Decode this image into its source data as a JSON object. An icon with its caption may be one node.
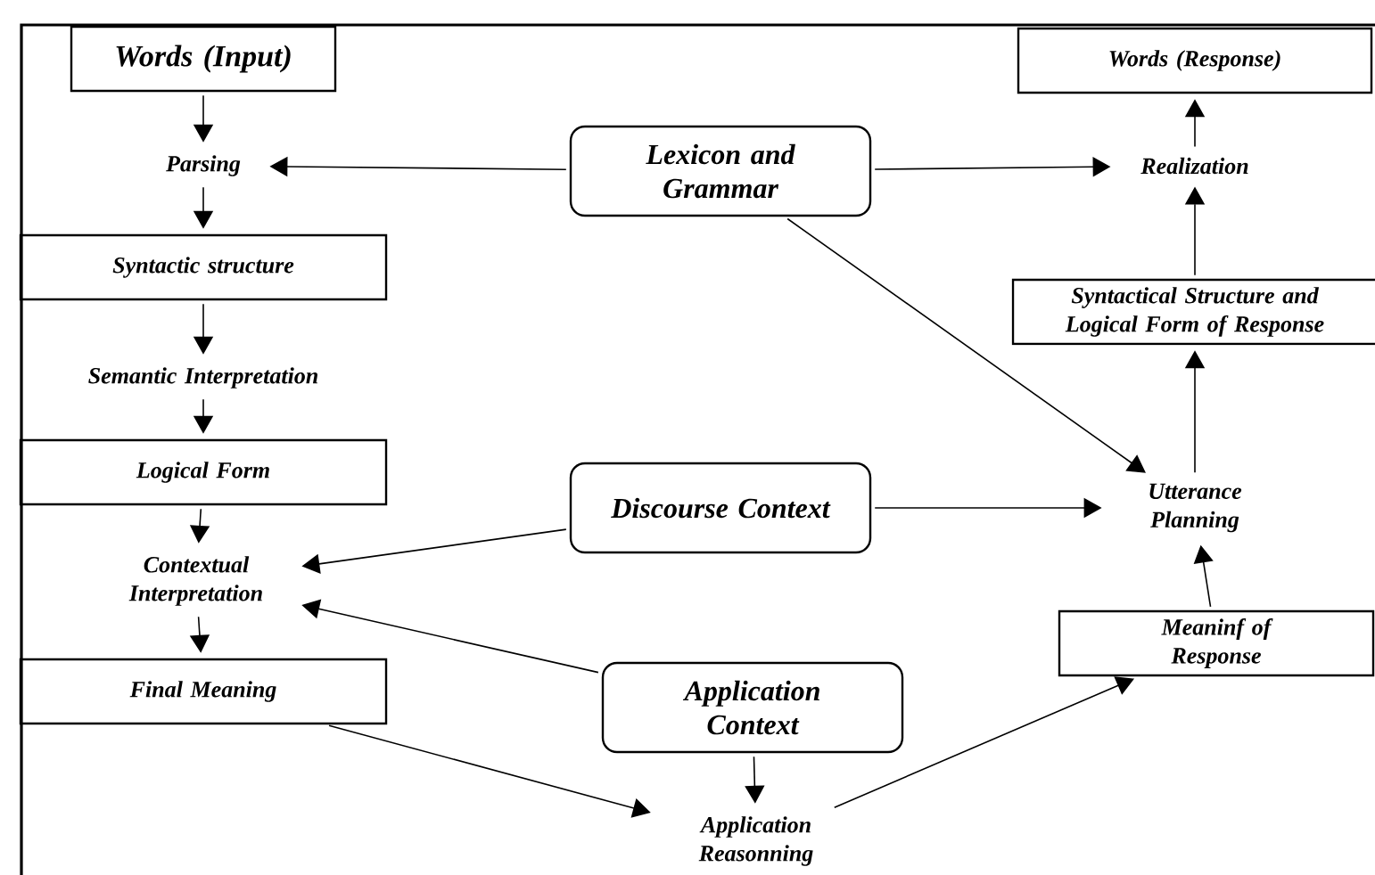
{
  "diagram": {
    "nodes": [
      {
        "text": [
          "Words (Input)"
        ]
      },
      {
        "text": [
          "Parsing"
        ]
      },
      {
        "text": [
          "Syntactic structure"
        ]
      },
      {
        "text": [
          "Semantic Interpretation"
        ]
      },
      {
        "text": [
          "Logical Form"
        ]
      },
      {
        "text": [
          "Contextual Interpretation"
        ]
      },
      {
        "text": [
          "Final Meaning"
        ]
      },
      {
        "text": [
          "Lexicon and Grammar"
        ]
      },
      {
        "text": [
          "Discourse Context"
        ]
      },
      {
        "text": [
          "Application Context"
        ]
      },
      {
        "text": [
          "Application Reasonning"
        ]
      },
      {
        "text": [
          "Words (Response)"
        ]
      },
      {
        "text": [
          "Realization"
        ]
      },
      {
        "text": [
          "Syntactical Structure and Logical Form of Response"
        ]
      },
      {
        "text": [
          "Utterance Planning"
        ]
      },
      {
        "text": [
          "Meaninf of Response"
        ]
      }
    ],
    "edges": [
      {
        "from": 0,
        "to": 1,
        "arrow": "to"
      },
      {
        "from": 1,
        "to": 2,
        "arrow": "to"
      },
      {
        "from": 2,
        "to": 3,
        "arrow": "to"
      },
      {
        "from": 3,
        "to": 4,
        "arrow": "to"
      },
      {
        "from": 4,
        "to": 5,
        "arrow": "to"
      },
      {
        "from": 5,
        "to": 6,
        "arrow": "to"
      },
      {
        "from": 7,
        "to": 1,
        "arrow": "to"
      },
      {
        "from": 7,
        "to": 12,
        "arrow": "to"
      },
      {
        "from": 7,
        "to": 14,
        "arrow": "to"
      },
      {
        "from": 8,
        "to": 5,
        "arrow": "to"
      },
      {
        "from": 8,
        "to": 14,
        "arrow": "to"
      },
      {
        "from": 9,
        "to": 5,
        "arrow": "to"
      },
      {
        "from": 9,
        "to": 10,
        "arrow": "to"
      },
      {
        "from": 6,
        "to": 10,
        "arrow": "to"
      },
      {
        "from": 10,
        "to": 15,
        "arrow": "to"
      },
      {
        "from": 15,
        "to": 14,
        "arrow": "to"
      },
      {
        "from": 14,
        "to": 13,
        "arrow": "to"
      },
      {
        "from": 13,
        "to": 12,
        "arrow": "to"
      },
      {
        "from": 12,
        "to": 11,
        "arrow": "to"
      }
    ]
  }
}
